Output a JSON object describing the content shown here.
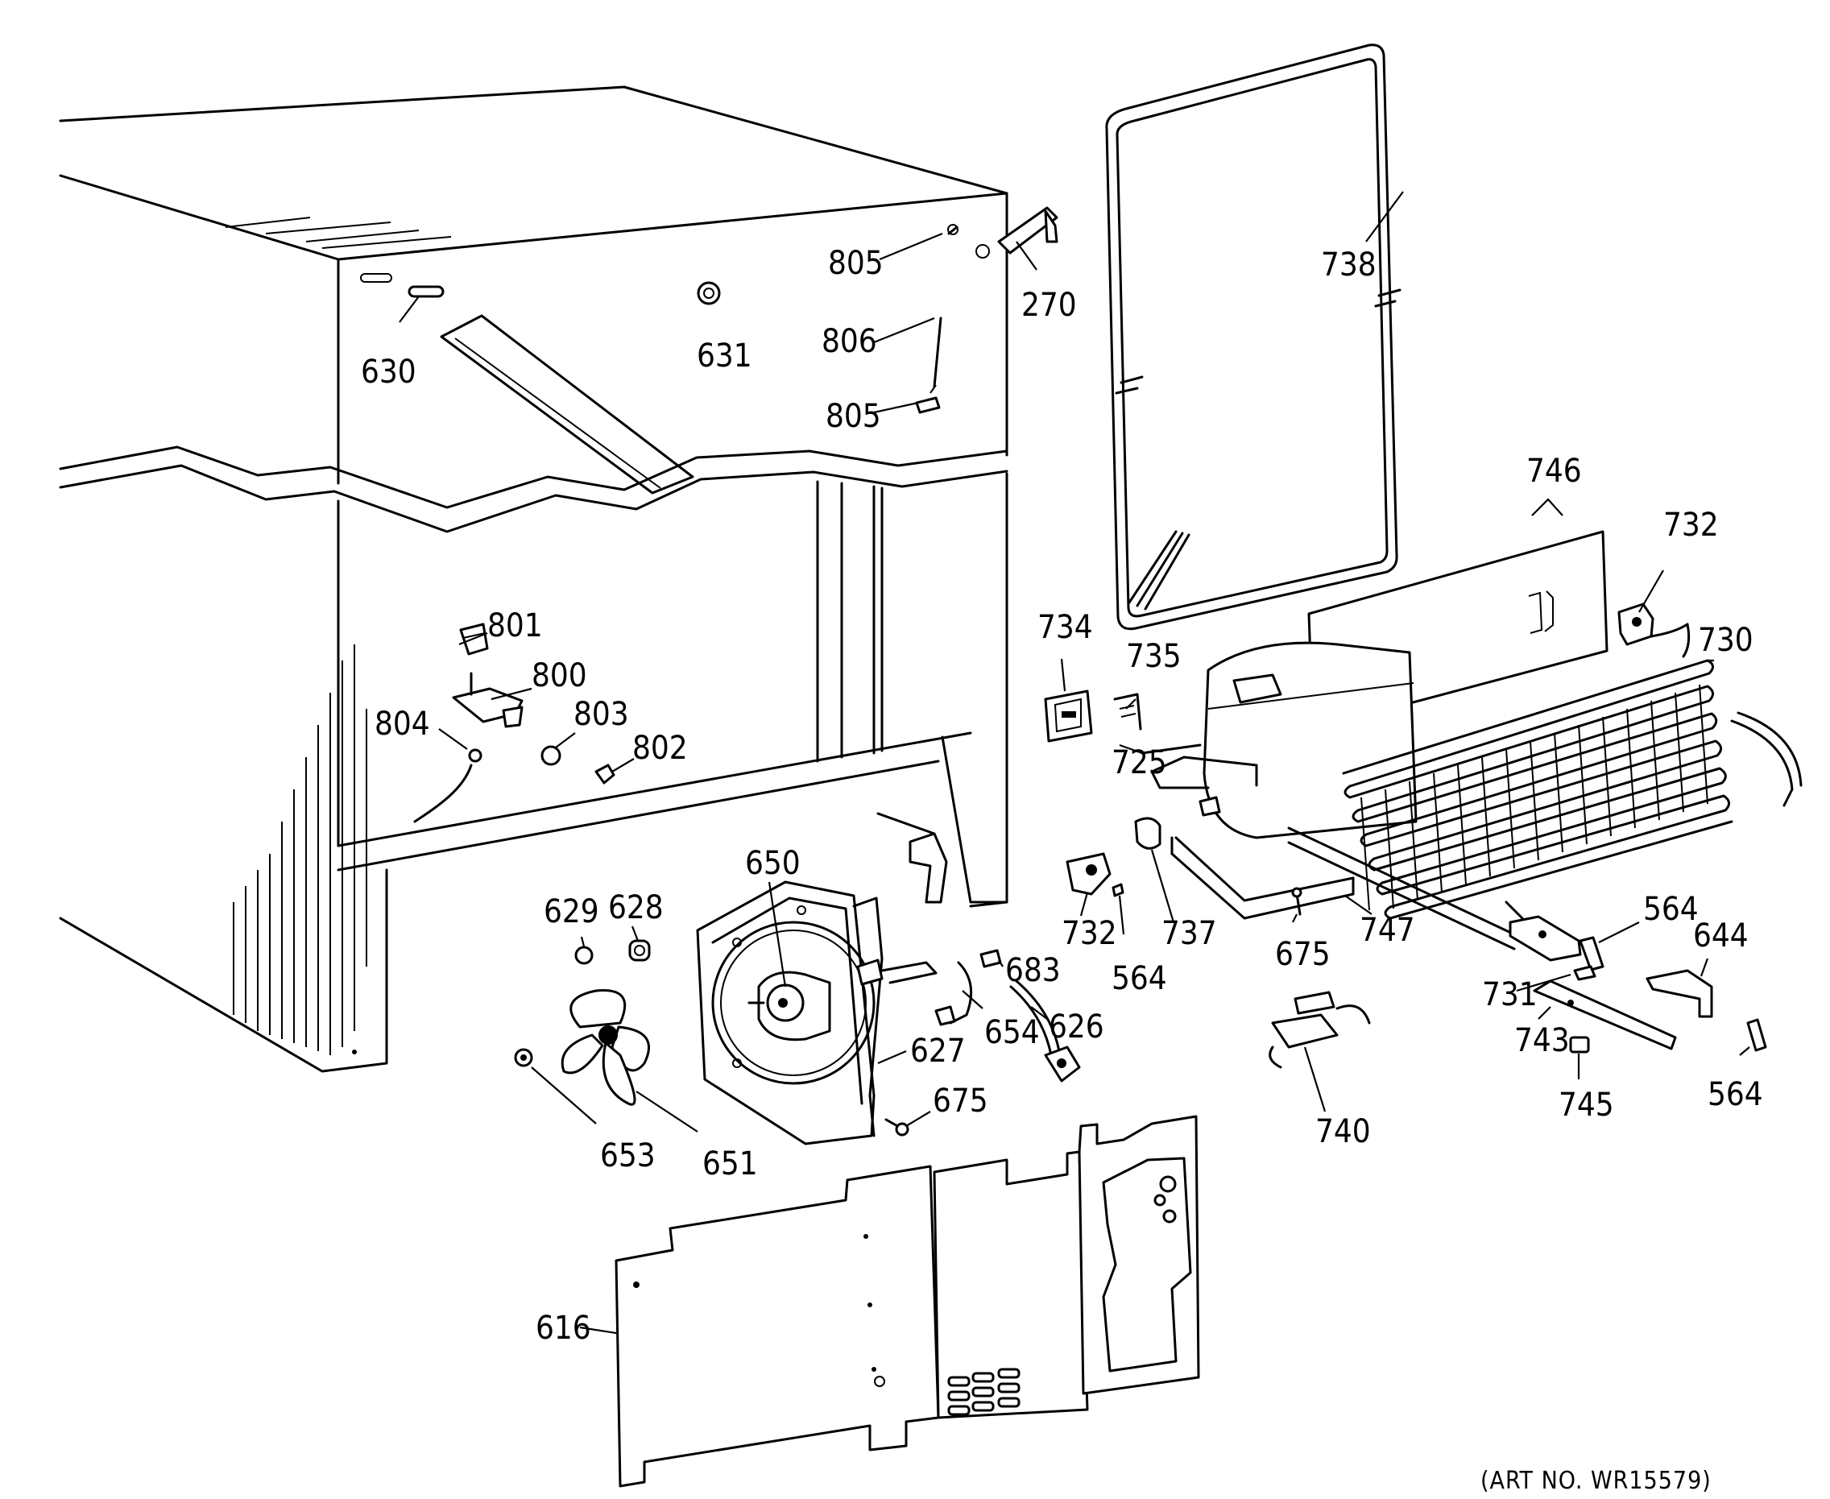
{
  "diagram": {
    "art_number": "(ART NO. WR15579)",
    "parts": [
      {
        "id": "p630",
        "label": "630"
      },
      {
        "id": "p631",
        "label": "631"
      },
      {
        "id": "p805a",
        "label": "805"
      },
      {
        "id": "p806",
        "label": "806"
      },
      {
        "id": "p805b",
        "label": "805"
      },
      {
        "id": "p270",
        "label": "270"
      },
      {
        "id": "p738",
        "label": "738"
      },
      {
        "id": "p746",
        "label": "746"
      },
      {
        "id": "p732a",
        "label": "732"
      },
      {
        "id": "p730",
        "label": "730"
      },
      {
        "id": "p734",
        "label": "734"
      },
      {
        "id": "p735",
        "label": "735"
      },
      {
        "id": "p725",
        "label": "725"
      },
      {
        "id": "p801",
        "label": "801"
      },
      {
        "id": "p800",
        "label": "800"
      },
      {
        "id": "p804",
        "label": "804"
      },
      {
        "id": "p803",
        "label": "803"
      },
      {
        "id": "p802",
        "label": "802"
      },
      {
        "id": "p650",
        "label": "650"
      },
      {
        "id": "p629",
        "label": "629"
      },
      {
        "id": "p628",
        "label": "628"
      },
      {
        "id": "p683",
        "label": "683"
      },
      {
        "id": "p654",
        "label": "654"
      },
      {
        "id": "p626",
        "label": "626"
      },
      {
        "id": "p627",
        "label": "627"
      },
      {
        "id": "p675a",
        "label": "675"
      },
      {
        "id": "p653",
        "label": "653"
      },
      {
        "id": "p651",
        "label": "651"
      },
      {
        "id": "p732b",
        "label": "732"
      },
      {
        "id": "p564a",
        "label": "564"
      },
      {
        "id": "p737",
        "label": "737"
      },
      {
        "id": "p675b",
        "label": "675"
      },
      {
        "id": "p747",
        "label": "747"
      },
      {
        "id": "p564b",
        "label": "564"
      },
      {
        "id": "p644",
        "label": "644"
      },
      {
        "id": "p731",
        "label": "731"
      },
      {
        "id": "p743",
        "label": "743"
      },
      {
        "id": "p745",
        "label": "745"
      },
      {
        "id": "p564c",
        "label": "564"
      },
      {
        "id": "p740",
        "label": "740"
      },
      {
        "id": "p616",
        "label": "616"
      }
    ]
  }
}
